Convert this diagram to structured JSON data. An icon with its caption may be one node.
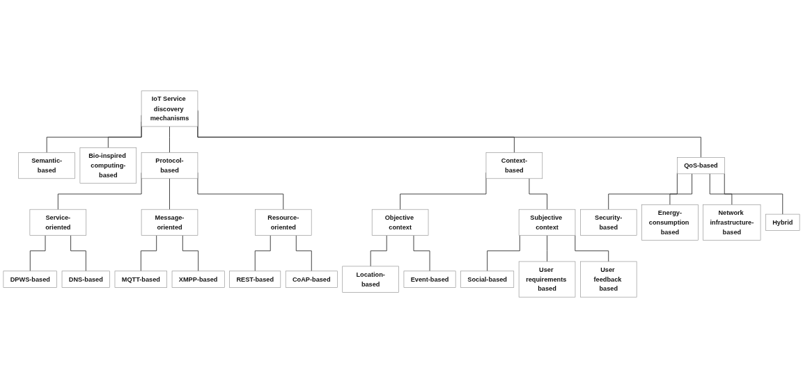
{
  "diagram": {
    "nodes": [
      {
        "text": [
          "IoT Service discovery mechanisms"
        ]
      },
      {
        "text": [
          "Semantic-based"
        ]
      },
      {
        "text": [
          "Bio-inspired computing-based"
        ]
      },
      {
        "text": [
          "Protocol-based"
        ]
      },
      {
        "text": [
          "Context-based"
        ]
      },
      {
        "text": [
          "QoS-based"
        ]
      },
      {
        "text": [
          "Service-oriented"
        ]
      },
      {
        "text": [
          "Message-oriented"
        ]
      },
      {
        "text": [
          "Resource-oriented"
        ]
      },
      {
        "text": [
          "Objective context"
        ]
      },
      {
        "text": [
          "Subjective context"
        ]
      },
      {
        "text": [
          "DPWS-based"
        ]
      },
      {
        "text": [
          "DNS-based"
        ]
      },
      {
        "text": [
          "MQTT-based"
        ]
      },
      {
        "text": [
          "XMPP-based"
        ]
      },
      {
        "text": [
          "REST-based"
        ]
      },
      {
        "text": [
          "CoAP-based"
        ]
      },
      {
        "text": [
          "Location-based"
        ]
      },
      {
        "text": [
          "Event-based"
        ]
      },
      {
        "text": [
          "Social-based"
        ]
      },
      {
        "text": [
          "User requirements based"
        ]
      },
      {
        "text": [
          "User feedback based"
        ]
      },
      {
        "text": [
          "Security-based"
        ]
      },
      {
        "text": [
          "Energy-consumption based"
        ]
      },
      {
        "text": [
          "Network infrastructure-based"
        ]
      },
      {
        "text": [
          "Hybrid"
        ]
      }
    ],
    "edges": [
      {
        "from": 0,
        "to": 1,
        "arrow": "none"
      },
      {
        "from": 0,
        "to": 2,
        "arrow": "none"
      },
      {
        "from": 0,
        "to": 3,
        "arrow": "none"
      },
      {
        "from": 0,
        "to": 4,
        "arrow": "none"
      },
      {
        "from": 0,
        "to": 5,
        "arrow": "none"
      },
      {
        "from": 3,
        "to": 6,
        "arrow": "none"
      },
      {
        "from": 3,
        "to": 7,
        "arrow": "none"
      },
      {
        "from": 3,
        "to": 8,
        "arrow": "none"
      },
      {
        "from": 4,
        "to": 9,
        "arrow": "none"
      },
      {
        "from": 4,
        "to": 10,
        "arrow": "none"
      },
      {
        "from": 6,
        "to": 11,
        "arrow": "none"
      },
      {
        "from": 6,
        "to": 12,
        "arrow": "none"
      },
      {
        "from": 7,
        "to": 13,
        "arrow": "none"
      },
      {
        "from": 7,
        "to": 14,
        "arrow": "none"
      },
      {
        "from": 8,
        "to": 15,
        "arrow": "none"
      },
      {
        "from": 8,
        "to": 16,
        "arrow": "none"
      },
      {
        "from": 9,
        "to": 17,
        "arrow": "none"
      },
      {
        "from": 9,
        "to": 18,
        "arrow": "none"
      },
      {
        "from": 10,
        "to": 19,
        "arrow": "none"
      },
      {
        "from": 10,
        "to": 20,
        "arrow": "none"
      },
      {
        "from": 10,
        "to": 21,
        "arrow": "none"
      },
      {
        "from": 5,
        "to": 22,
        "arrow": "none"
      },
      {
        "from": 5,
        "to": 23,
        "arrow": "none"
      },
      {
        "from": 5,
        "to": 24,
        "arrow": "none"
      },
      {
        "from": 5,
        "to": 25,
        "arrow": "none"
      }
    ]
  }
}
